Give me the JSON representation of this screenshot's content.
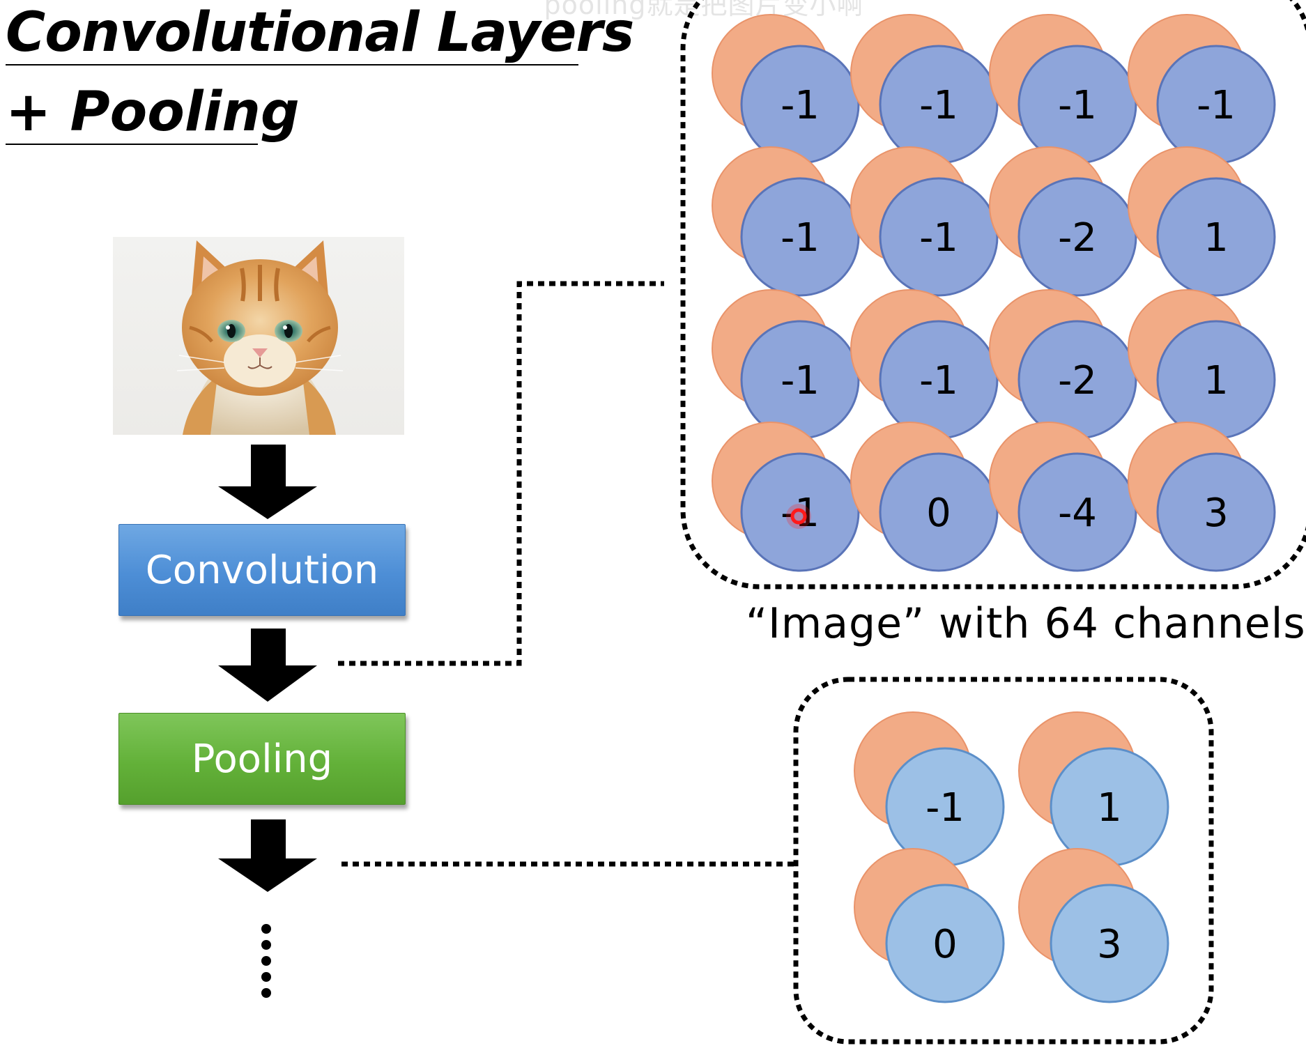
{
  "title": {
    "line1": "Convolutional Layers",
    "line2": "+ Pooling"
  },
  "caption": "pooling就是把图片变小啊",
  "image_alt": "kitten photo",
  "steps": {
    "convolution": "Convolution",
    "pooling": "Pooling"
  },
  "feature_map": {
    "label": "“Image” with 64 channels",
    "values": [
      [
        "-1",
        "-1",
        "-1",
        "-1"
      ],
      [
        "-1",
        "-1",
        "-2",
        "1"
      ],
      [
        "-1",
        "-1",
        "-2",
        "1"
      ],
      [
        "-1",
        "0",
        "-4",
        "3"
      ]
    ]
  },
  "pooled_map": {
    "values": [
      [
        "-1",
        "1"
      ],
      [
        "0",
        "3"
      ]
    ]
  },
  "colors": {
    "convolution": "#4d8ed6",
    "pooling": "#63b139",
    "front_circle": "#8ea5da",
    "pooled_circle": "#9cc0e6",
    "back_circle": "#f2ab86",
    "pointer": "#ff1a1a"
  },
  "icons": {
    "arrow": "down-arrow-icon",
    "ellipsis": "vertical-dots-icon",
    "pointer": "laser-pointer-icon"
  }
}
